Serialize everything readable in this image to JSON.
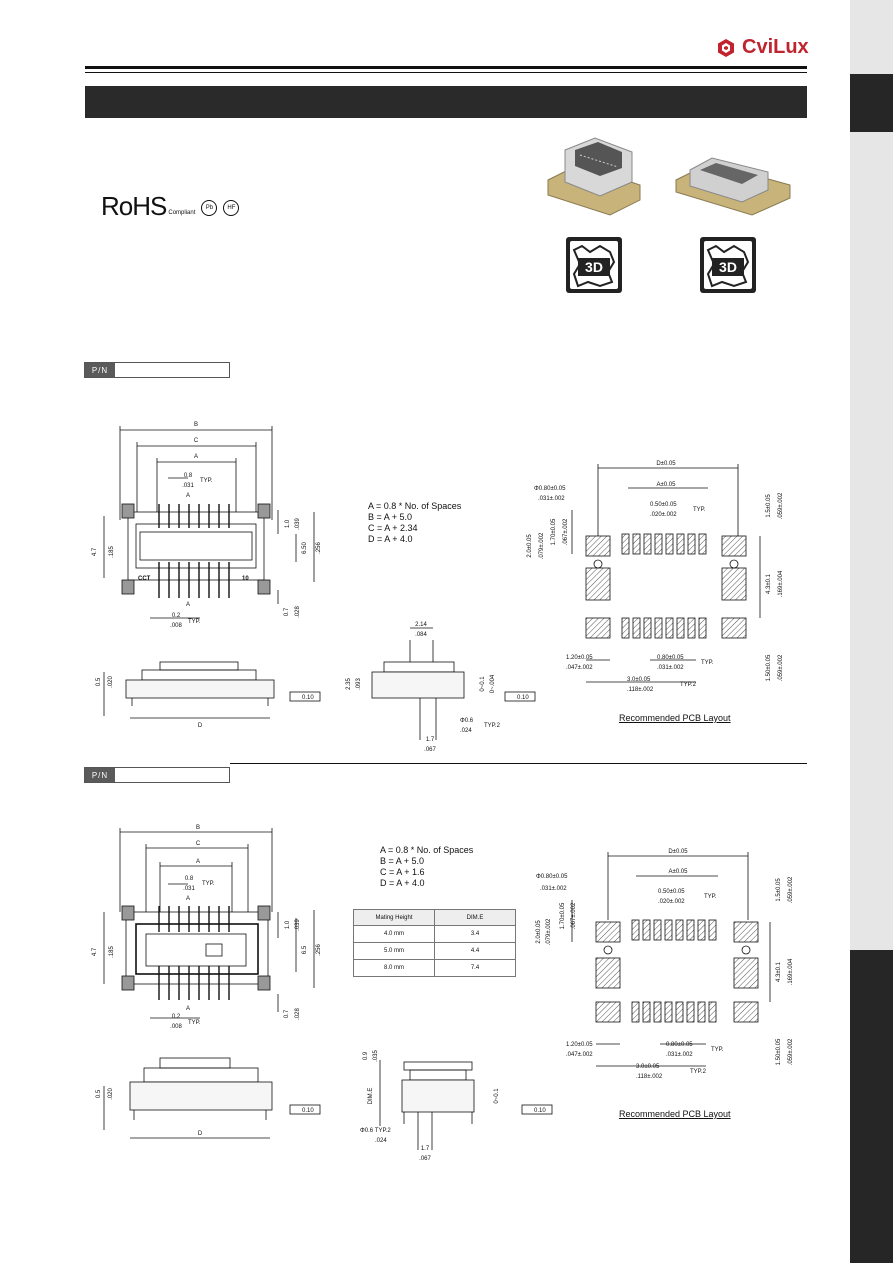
{
  "brand": {
    "name": "CviLux",
    "color": "#c0242f"
  },
  "compliance": {
    "rohs": "RoHS",
    "rohs_sub": "Compliant",
    "pb": "Pb",
    "hf": "HF"
  },
  "three_d_label": "3D",
  "section1": {
    "pn_label": "P/N",
    "formulas": [
      "A = 0.8 * No. of Spaces",
      "B = A + 5.0",
      "C = A + 2.34",
      "D = A + 4.0"
    ],
    "dims": {
      "B": "B",
      "C": "C",
      "A": "A",
      "D": "D",
      "p08": "0.8",
      "p031": ".031",
      "typ": "TYP.",
      "aMark": "A",
      "h47": "4.7",
      "h185": ".185",
      "h10": "1.0",
      "h039": ".039",
      "h650": "6.50",
      "h256": ".256",
      "h07": "0.7",
      "h028": ".028",
      "w02": "0.2",
      "w008": ".008",
      "mark_cct": "CCT",
      "mark_10": "10",
      "s05": "0.5",
      "s020": ".020",
      "flat": "0.10",
      "v214": "2.14",
      "v084": ".084",
      "v235": "2.35",
      "v093": ".093",
      "tol1": "0~0.1",
      "tol2": "0~.004",
      "phi06": "Φ0.6",
      "d024": ".024",
      "typ2": "TYP.2",
      "d17": "1.7",
      "d067": ".067"
    },
    "pcb": {
      "D": "D±0.05",
      "A": "A±0.05",
      "phi": "Φ0.80±0.05",
      "phi_in": ".031±.002",
      "p050": "0.50±0.05",
      "p020": ".020±.002",
      "typ": "TYP.",
      "v15": "1.5±0.05",
      "v059": ".059±.002",
      "v20": "2.0±0.05",
      "v079": ".079±.002",
      "v170": "1.70±0.05",
      "v067": ".067±.002",
      "v43": "4.3±0.1",
      "v169": ".169±.004",
      "v150": "1.50±0.05",
      "v059b": ".059±.002",
      "h120": "1.20±0.05",
      "h047": ".047±.002",
      "h080": "0.80±0.05",
      "h031": ".031±.002",
      "h30": "3.0±0.05",
      "h118": ".118±.002",
      "typ2": "TYP.2",
      "caption": "Recommended PCB Layout"
    }
  },
  "section2": {
    "pn_label": "P/N",
    "formulas": [
      "A = 0.8 * No. of Spaces",
      "B = A + 5.0",
      "C = A + 1.6",
      "D = A + 4.0"
    ],
    "table": {
      "headers": [
        "Mating Height",
        "DIM.E"
      ],
      "rows": [
        [
          "4.0 mm",
          "3.4"
        ],
        [
          "5.0 mm",
          "4.4"
        ],
        [
          "8.0 mm",
          "7.4"
        ]
      ]
    },
    "dims": {
      "B": "B",
      "C": "C",
      "A": "A",
      "D": "D",
      "p08": "0.8",
      "p031": ".031",
      "typ": "TYP.",
      "aMark": "A",
      "h47": "4.7",
      "h185": ".185",
      "h10": "1.0",
      "h039": ".039",
      "h65": "6.5",
      "h256": ".256",
      "h07": "0.7",
      "h028": ".028",
      "w02": "0.2",
      "w008": ".008",
      "s05": "0.5",
      "s020": ".020",
      "flat": "0.10",
      "v09": "0.9",
      "v035": ".035",
      "dimE": "DIM.E",
      "tol1": "0~0.1",
      "phi06": "Φ0.6 TYP.2",
      "d024": ".024",
      "d17": "1.7",
      "d067": ".067"
    },
    "pcb": {
      "D": "D±0.05",
      "A": "A±0.05",
      "phi": "Φ0.80±0.05",
      "phi_in": ".031±.002",
      "p050": "0.50±0.05",
      "p020": ".020±.002",
      "typ": "TYP.",
      "v15": "1.5±0.05",
      "v059": ".059±.002",
      "v20": "2.0±0.05",
      "v079": ".079±.002",
      "v170": "1.70±0.05",
      "v067": ".067±.002",
      "v43": "4.3±0.1",
      "v169": ".169±.004",
      "v150": "1.50±0.05",
      "v059b": ".059±.002",
      "h120": "1.20±0.05",
      "h047": ".047±.002",
      "h080": "0.80±0.05",
      "h031": ".031±.002",
      "h30": "3.0±0.05",
      "h118": ".118±.002",
      "typ2": "TYP.2",
      "caption": "Recommended PCB Layout"
    }
  }
}
